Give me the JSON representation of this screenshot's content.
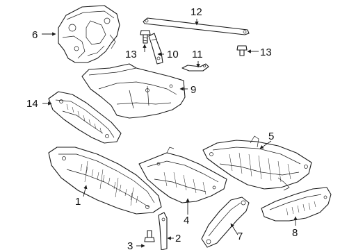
{
  "callouts": {
    "c1": "1",
    "c2": "2",
    "c3": "3",
    "c4": "4",
    "c5": "5",
    "c6": "6",
    "c7": "7",
    "c8": "8",
    "c9": "9",
    "c10": "10",
    "c11": "11",
    "c12": "12",
    "c13a": "13",
    "c13b": "13",
    "c14": "14"
  },
  "colors": {
    "line": "#1a1a1a",
    "background": "#ffffff"
  }
}
